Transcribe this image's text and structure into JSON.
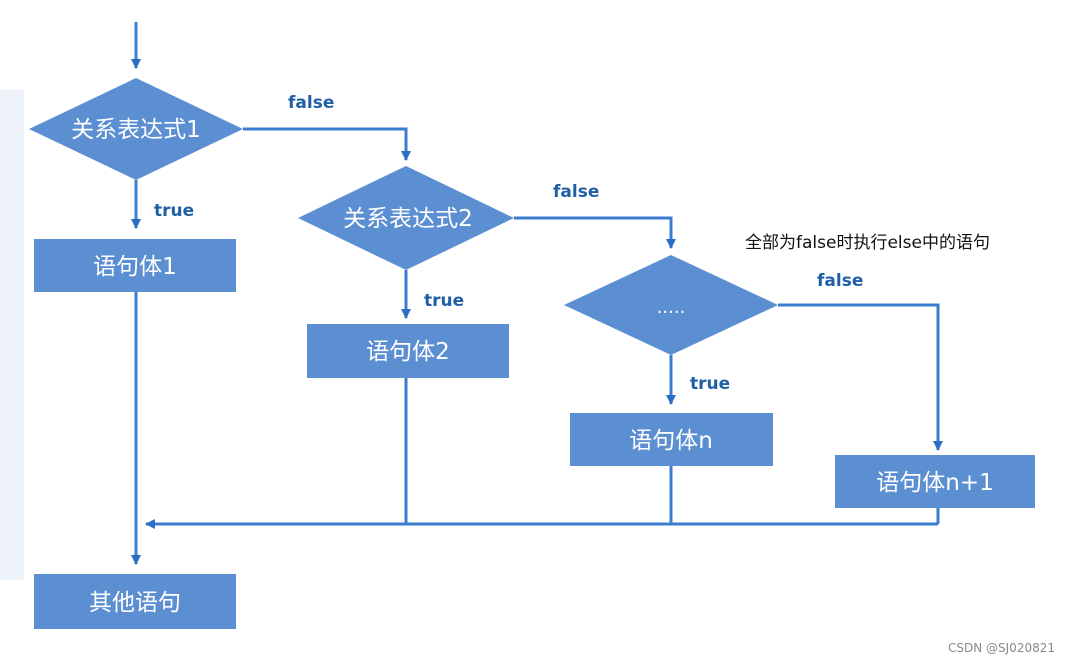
{
  "colors": {
    "shape_fill": "#5b8fd2",
    "line": "#3a7ccf",
    "condition_label": "#1f5fa6",
    "left_band": "#eef2f9"
  },
  "nodes": {
    "cond1": "关系表达式1",
    "cond2": "关系表达式2",
    "cond3": ".....",
    "stmt1": "语句体1",
    "stmt2": "语句体2",
    "stmtn": "语句体n",
    "stmtn1": "语句体n+1",
    "other": "其他语句"
  },
  "labels": {
    "false": "false",
    "true": "true",
    "note": "全部为false时执行else中的语句"
  },
  "watermark": "CSDN @SJ020821"
}
